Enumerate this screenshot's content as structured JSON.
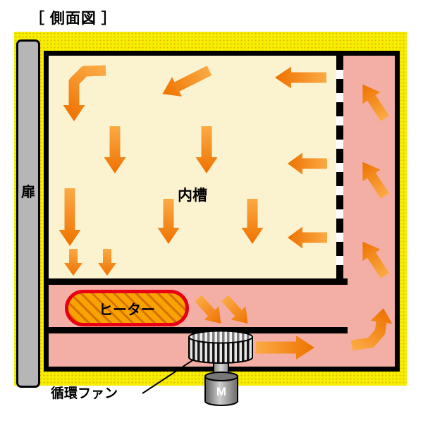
{
  "title": "［ 側面図 ］",
  "labels": {
    "door": "扉",
    "inner_chamber": "内槽",
    "heater": "ヒーター",
    "circulation_fan": "循環ファン",
    "motor": "M"
  },
  "colors": {
    "yellow_bg": "#f5ef00",
    "pink_duct": "#f3aea5",
    "cream_chamber": "#fbf2d0",
    "arrow_light": "#fbaa45",
    "arrow_dark": "#ee7200",
    "heater_fill": "#f7a300",
    "heater_border": "#e60012",
    "door_gray": "#b6b6b6",
    "outline_black": "#000000"
  },
  "flow_arrows": [
    {
      "name": "top-left-elbow-down",
      "pts": [
        [
          150,
          100
        ],
        [
          120,
          101
        ],
        [
          105,
          116
        ],
        [
          105,
          149
        ]
      ]
    },
    {
      "name": "top-center-left",
      "pts": [
        [
          297,
          100
        ],
        [
          251,
          123
        ]
      ]
    },
    {
      "name": "top-right-left",
      "pts": [
        [
          463,
          110
        ],
        [
          413,
          110
        ]
      ]
    },
    {
      "name": "mid-down-a",
      "pts": [
        [
          163,
          179
        ],
        [
          163,
          223
        ]
      ]
    },
    {
      "name": "mid-down-b",
      "pts": [
        [
          293,
          179
        ],
        [
          293,
          223
        ]
      ]
    },
    {
      "name": "into-chamber-upper-left",
      "pts": [
        [
          464,
          232
        ],
        [
          429,
          232
        ]
      ],
      "hl": 21
    },
    {
      "name": "left-side-down",
      "pts": [
        [
          99,
          267
        ],
        [
          99,
          326
        ]
      ]
    },
    {
      "name": "low-down-a",
      "pts": [
        [
          239,
          282
        ],
        [
          239,
          323
        ]
      ]
    },
    {
      "name": "low-down-b",
      "pts": [
        [
          358,
          282
        ],
        [
          358,
          323
        ]
      ]
    },
    {
      "name": "into-chamber-lower-left",
      "pts": [
        [
          464,
          337
        ],
        [
          429,
          337
        ]
      ],
      "hl": 21
    },
    {
      "name": "small-down-a",
      "pts": [
        [
          104,
          353
        ],
        [
          104,
          373
        ]
      ],
      "w": 12,
      "hw": 26,
      "hl": 18
    },
    {
      "name": "small-down-b",
      "pts": [
        [
          152,
          353
        ],
        [
          152,
          373
        ]
      ],
      "w": 12,
      "hw": 26,
      "hl": 18
    },
    {
      "name": "to-fan-a",
      "pts": [
        [
          281,
          423
        ],
        [
          300,
          444
        ]
      ],
      "w": 13,
      "hw": 28,
      "hl": 20
    },
    {
      "name": "to-fan-b",
      "pts": [
        [
          319,
          423
        ],
        [
          338,
          444
        ]
      ],
      "w": 13,
      "hw": 28,
      "hl": 20
    },
    {
      "name": "fan-out-right",
      "pts": [
        [
          363,
          493
        ],
        [
          420,
          493
        ]
      ],
      "w": 17,
      "hw": 34,
      "hl": 26
    },
    {
      "name": "duct-elbow-up",
      "pts": [
        [
          499,
          490
        ],
        [
          526,
          486
        ],
        [
          539,
          471
        ],
        [
          541,
          457
        ]
      ],
      "hl": 20
    },
    {
      "name": "duct-up-a",
      "pts": [
        [
          546,
          391
        ],
        [
          527,
          362
        ]
      ],
      "w": 14,
      "hw": 30
    },
    {
      "name": "duct-up-b",
      "pts": [
        [
          546,
          278
        ],
        [
          527,
          249
        ]
      ],
      "w": 14,
      "hw": 30
    },
    {
      "name": "duct-up-c",
      "pts": [
        [
          546,
          168
        ],
        [
          527,
          139
        ]
      ],
      "w": 14,
      "hw": 30
    }
  ]
}
